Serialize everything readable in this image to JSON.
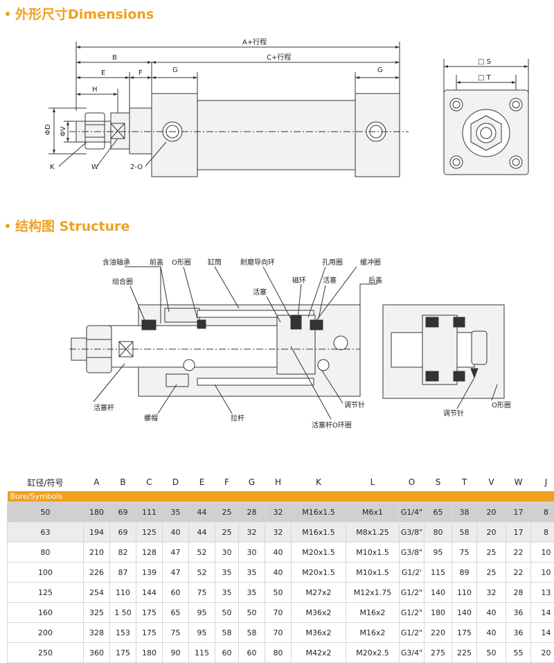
{
  "sections": {
    "dimensions_title": "外形尺寸Dimensions",
    "structure_title": "结构图 Structure"
  },
  "dimension_labels": {
    "a_stroke": "A+行程",
    "c_stroke": "C+行程",
    "b": "B",
    "e": "E",
    "f": "F",
    "g_left": "G",
    "g_right": "G",
    "h": "H",
    "phi_d": "ΦD",
    "phi_v": "ΦV",
    "k": "K",
    "w": "W",
    "two_o": "2-O",
    "square_s": "□ S",
    "square_t": "□ T"
  },
  "structure_labels": {
    "oil_bearing": "含油轴承",
    "front_cover": "前盖",
    "o_ring_top": "O形圈",
    "cylinder_tube": "缸筒",
    "wear_ring": "耐磨导向环",
    "hole_ring": "孔用圈",
    "buffer_ring": "缓冲圈",
    "combo_ring": "组合圈",
    "magnet_ring": "磁环",
    "piston_a": "活塞",
    "piston_b": "活塞",
    "rear_cover": "后盖",
    "piston_rod": "活塞杆",
    "nut_cap": "螺帽",
    "tie_rod": "拉杆",
    "adjust_needle": "调节针",
    "rod_o_ring": "活塞杆O环圈",
    "adjust_needle_2": "调节针",
    "o_ring_right": "O形圈"
  },
  "colors": {
    "accent": "#f0a01e",
    "part_fill": "#f2f2f2",
    "line": "#333333"
  },
  "table": {
    "header_label": "缸径/符号",
    "bore_label": "Bore/Symbols",
    "columns": [
      "A",
      "B",
      "C",
      "D",
      "E",
      "F",
      "G",
      "H",
      "K",
      "L",
      "O",
      "S",
      "T",
      "V",
      "W",
      "J"
    ],
    "rows": [
      [
        "50",
        "180",
        "69",
        "111",
        "35",
        "44",
        "25",
        "28",
        "32",
        "M16x1.5",
        "M6x1",
        "G1/4\"",
        "65",
        "38",
        "20",
        "17",
        "8"
      ],
      [
        "63",
        "194",
        "69",
        "125",
        "40",
        "44",
        "25",
        "32",
        "32",
        "M16x1.5",
        "M8x1.25",
        "G3/8\"",
        "80",
        "58",
        "20",
        "17",
        "8"
      ],
      [
        "80",
        "210",
        "82",
        "128",
        "47",
        "52",
        "30",
        "30",
        "40",
        "M20x1.5",
        "M10x1.5",
        "G3/8\"",
        "95",
        "75",
        "25",
        "22",
        "10"
      ],
      [
        "100",
        "226",
        "87",
        "139",
        "47",
        "52",
        "35",
        "35",
        "40",
        "M20x1.5",
        "M10x1.5",
        "G1/2'",
        "115",
        "89",
        "25",
        "22",
        "10"
      ],
      [
        "125",
        "254",
        "110",
        "144",
        "60",
        "75",
        "35",
        "35",
        "50",
        "M27x2",
        "M12x1.75",
        "G1/2\"",
        "140",
        "110",
        "32",
        "28",
        "13"
      ],
      [
        "160",
        "325",
        "1 50",
        "175",
        "65",
        "95",
        "50",
        "50",
        "70",
        "M36x2",
        "M16x2",
        "G1/2\"",
        "180",
        "140",
        "40",
        "36",
        "14"
      ],
      [
        "200",
        "328",
        "153",
        "175",
        "75",
        "95",
        "58",
        "58",
        "70",
        "M36x2",
        "M16x2",
        "G1/2\"",
        "220",
        "175",
        "40",
        "36",
        "14"
      ],
      [
        "250",
        "360",
        "175",
        "180",
        "90",
        "115",
        "60",
        "60",
        "80",
        "M42x2",
        "M20x2.5",
        "G3/4\"",
        "275",
        "225",
        "50",
        "55",
        "20"
      ]
    ]
  }
}
